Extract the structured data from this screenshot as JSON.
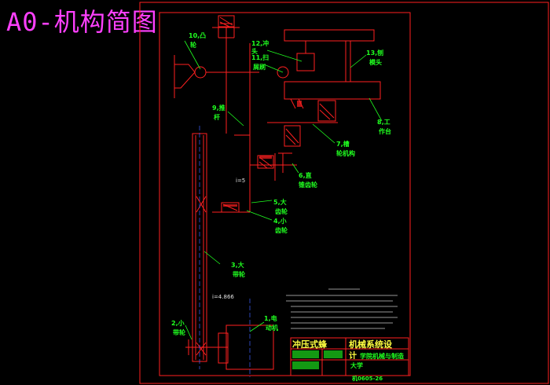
{
  "title": "A0-机构简图",
  "colors": {
    "background": "#000000",
    "frame": "#ff2020",
    "label": "#20ff20",
    "title": "#ff40ff",
    "shaft": "#ff2020",
    "note": "#c8c8c8"
  },
  "labels": {
    "l10a": "10,凸",
    "l10b": "轮",
    "l12a": "12,冲",
    "l12b": "头",
    "l11a": "11,扫",
    "l11b": "屑刷",
    "l13a": "13,刨",
    "l13b": "模头",
    "l9a": "9,推",
    "l9b": "杆",
    "l8a": "8,工",
    "l8b": "作台",
    "l7a": "7,槽",
    "l7b": "轮机构",
    "l6a": "6,直",
    "l6b": "锥齿轮",
    "l5a": "5,大",
    "l5b": "齿轮",
    "l4a": "4,小",
    "l4b": "齿轮",
    "l3a": "3,大",
    "l3b": "带轮",
    "l2a": "2,小",
    "l2b": "带轮",
    "l1a": "1,电",
    "l1b": "动机"
  },
  "ratios": {
    "gear": "i=5",
    "belt": "i=4.866"
  },
  "title_block": {
    "name_left": "冲压式蜂",
    "name_right": "机械系统设",
    "name_line2": "计",
    "school": "学院机械与制造",
    "school2": "大学",
    "drawing_no": "机0605-26"
  }
}
